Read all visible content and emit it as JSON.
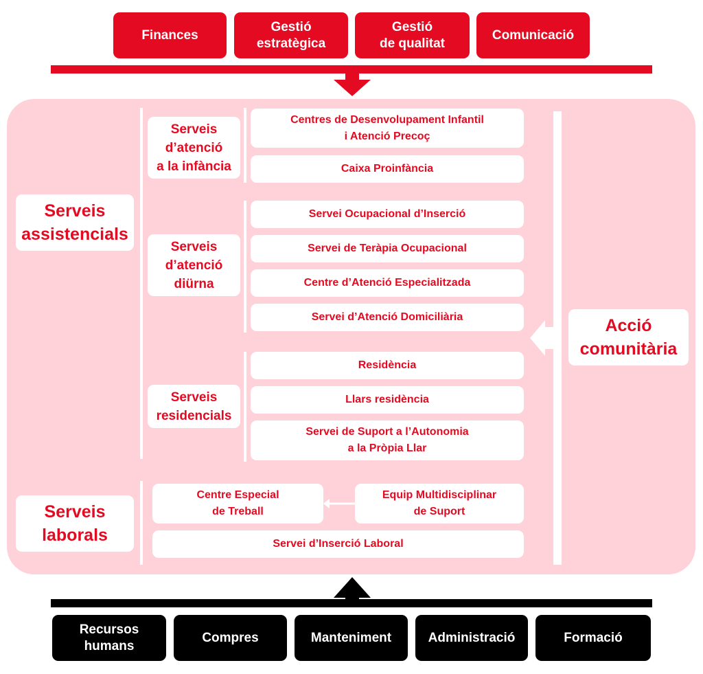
{
  "colors": {
    "brand_red": "#e30a21",
    "panel_pink": "#fed2d8",
    "support_black": "#000000",
    "box_white": "#ffffff"
  },
  "management": [
    {
      "label": "Finances"
    },
    {
      "label": "Gestió\nestratègica"
    },
    {
      "label": "Gestió\nde qualitat"
    },
    {
      "label": "Comunicació"
    }
  ],
  "main": {
    "assistencials": {
      "label": "Serveis\nassistencials",
      "groups": [
        {
          "label": "Serveis\nd’atenció\na la infància",
          "services": [
            {
              "label": "Centres de Desenvolupament Infantil\ni Atenció Precoç"
            },
            {
              "label": "Caixa Proinfància"
            }
          ]
        },
        {
          "label": "Serveis\nd’atenció\ndiürna",
          "services": [
            {
              "label": "Servei Ocupacional d’Inserció"
            },
            {
              "label": "Servei de Teràpia Ocupacional"
            },
            {
              "label": "Centre d’Atenció Especialitzada"
            },
            {
              "label": "Servei d’Atenció Domiciliària"
            }
          ]
        },
        {
          "label": "Serveis\nresidencials",
          "services": [
            {
              "label": "Residència"
            },
            {
              "label": "Llars residència"
            },
            {
              "label": "Servei de Suport a l’Autonomia\na la Pròpia Llar"
            }
          ]
        }
      ]
    },
    "laborals": {
      "label": "Serveis\nlaborals",
      "services": [
        {
          "label": "Centre Especial\nde Treball"
        },
        {
          "label": "Equip Multidisciplinar\nde Suport"
        },
        {
          "label": "Servei d’Inserció Laboral"
        }
      ]
    },
    "comunitaria": {
      "label": "Acció\ncomunitària"
    }
  },
  "support": [
    {
      "label": "Recursos\nhumans"
    },
    {
      "label": "Compres"
    },
    {
      "label": "Manteniment"
    },
    {
      "label": "Administració"
    },
    {
      "label": "Formació"
    }
  ]
}
